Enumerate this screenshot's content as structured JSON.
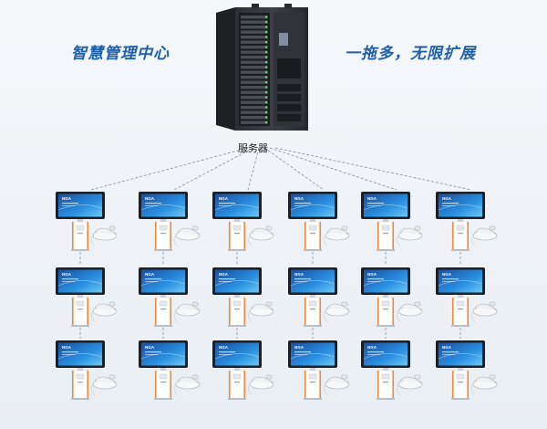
{
  "title_left": "智慧管理中心",
  "title_right": "一拖多，无限扩展",
  "server": {
    "label": "服务器",
    "icon": "server-rack-icon"
  },
  "terminal": {
    "rows": 3,
    "columns": 6,
    "screen_brand": "NGA",
    "icon": "self-service-kiosk-icon",
    "peripheral_icon": "barcode-scanner-icon"
  },
  "colors": {
    "accent": "#1f5ea8",
    "connector": "#8a8f96",
    "screen": "#1e6ec8",
    "kiosk_body": "#ffffff",
    "kiosk_trim": "#f08a3c"
  }
}
